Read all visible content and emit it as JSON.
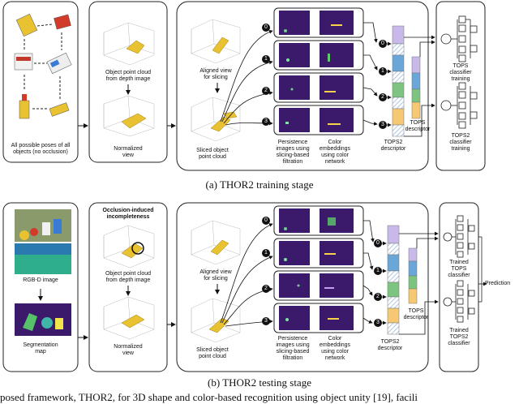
{
  "training": {
    "poses_label": "All possible poses of all\nobjects (no occlusion)",
    "point_cloud_label": "Object point cloud\nfrom depth image",
    "normalized_label": "Normalized\nview",
    "aligned_label": "Aligned view\nfor slicing",
    "sliced_label": "Sliced object\npoint cloud",
    "persistence_label": "Persistence\nimages using\nslicing-based\nfiltration",
    "color_label": "Color\nembeddings\nusing color\nnetwork",
    "tops2_descriptor_label": "TOPS2\ndescriptor",
    "tops_descriptor_label": "TOPS\ndescriptor",
    "tops_classifier_label": "TOPS\nclassifier\ntraining",
    "tops2_classifier_label": "TOPS2\nclassifier\ntraining",
    "caption": "(a) THOR2 training stage"
  },
  "testing": {
    "rgbd_label": "RGB-D image",
    "segmentation_label": "Segmentation\nmap",
    "occlusion_label": "Occlusion-induced\nincompleteness",
    "point_cloud_label": "Object point cloud\nfrom depth image",
    "normalized_label": "Normalized\nview",
    "aligned_label": "Aligned view\nfor slicing",
    "sliced_label": "Sliced object\npoint cloud",
    "persistence_label": "Persistence\nimages using\nslicing-based\nfiltration",
    "color_label": "Color\nembeddings\nusing color\nnetwork",
    "tops2_descriptor_label": "TOPS2\ndescriptor",
    "tops_descriptor_label": "TOPS\ndescriptor",
    "tops_classifier_label": "Trained\nTOPS\nclassifier",
    "tops2_classifier_label": "Trained\nTOPS2\nclassifier",
    "prediction_label": "Prediction",
    "caption": "(b) THOR2 testing stage"
  },
  "slice_numbers": [
    "0",
    "1",
    "2",
    "3"
  ],
  "bottom_fragment": "posed framework, THOR2, for 3D shape and color-based recognition using object unity [19], facili",
  "colors": {
    "heatmap": "#3b1a6b",
    "bar_lavender": "#c9b8ea",
    "bar_blue": "#6aa6d8",
    "bar_green": "#7cc47f",
    "bar_orange": "#f7c873",
    "object_yellow": "#e8c230"
  }
}
